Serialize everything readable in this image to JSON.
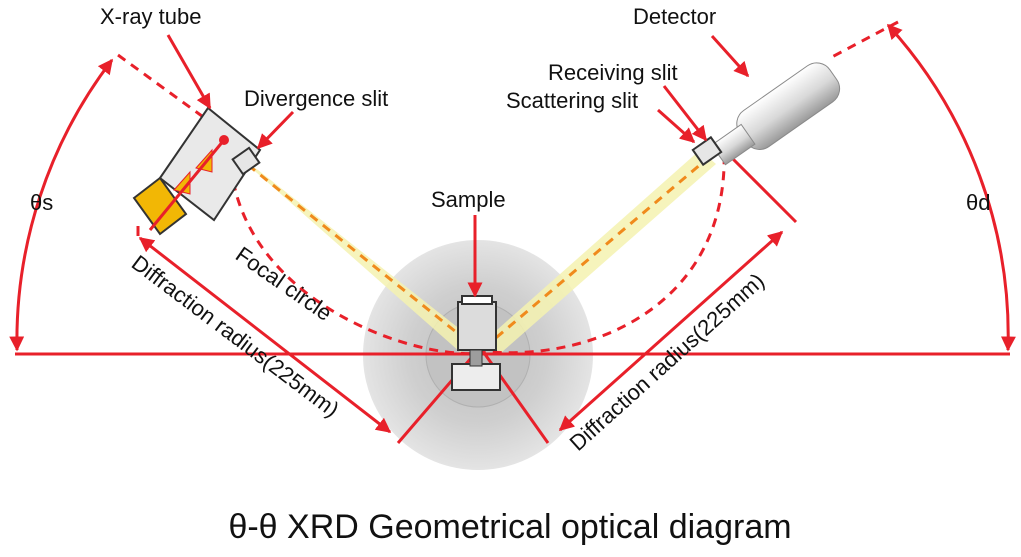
{
  "labels": {
    "xray_tube": "X-ray tube",
    "divergence_slit": "Divergence slit",
    "detector": "Detector",
    "receiving_slit": "Receiving slit",
    "scattering_slit": "Scattering slit",
    "sample": "Sample",
    "theta_s": "θs",
    "theta_d": "θd",
    "focal_circle": "Focal circle",
    "diffraction_radius_left": "Diffraction radius(225mm)",
    "diffraction_radius_right": "Diffraction radius(225mm)"
  },
  "caption": "θ-θ XRD Geometrical optical diagram",
  "colors": {
    "line": "#e8202a",
    "beam": "#f5f2b0",
    "beam_path": "#f08a1c",
    "tube_accent": "#f2b705",
    "goniometer_outer": "#e0e0e0",
    "goniometer_inner": "#c4c4c4"
  }
}
